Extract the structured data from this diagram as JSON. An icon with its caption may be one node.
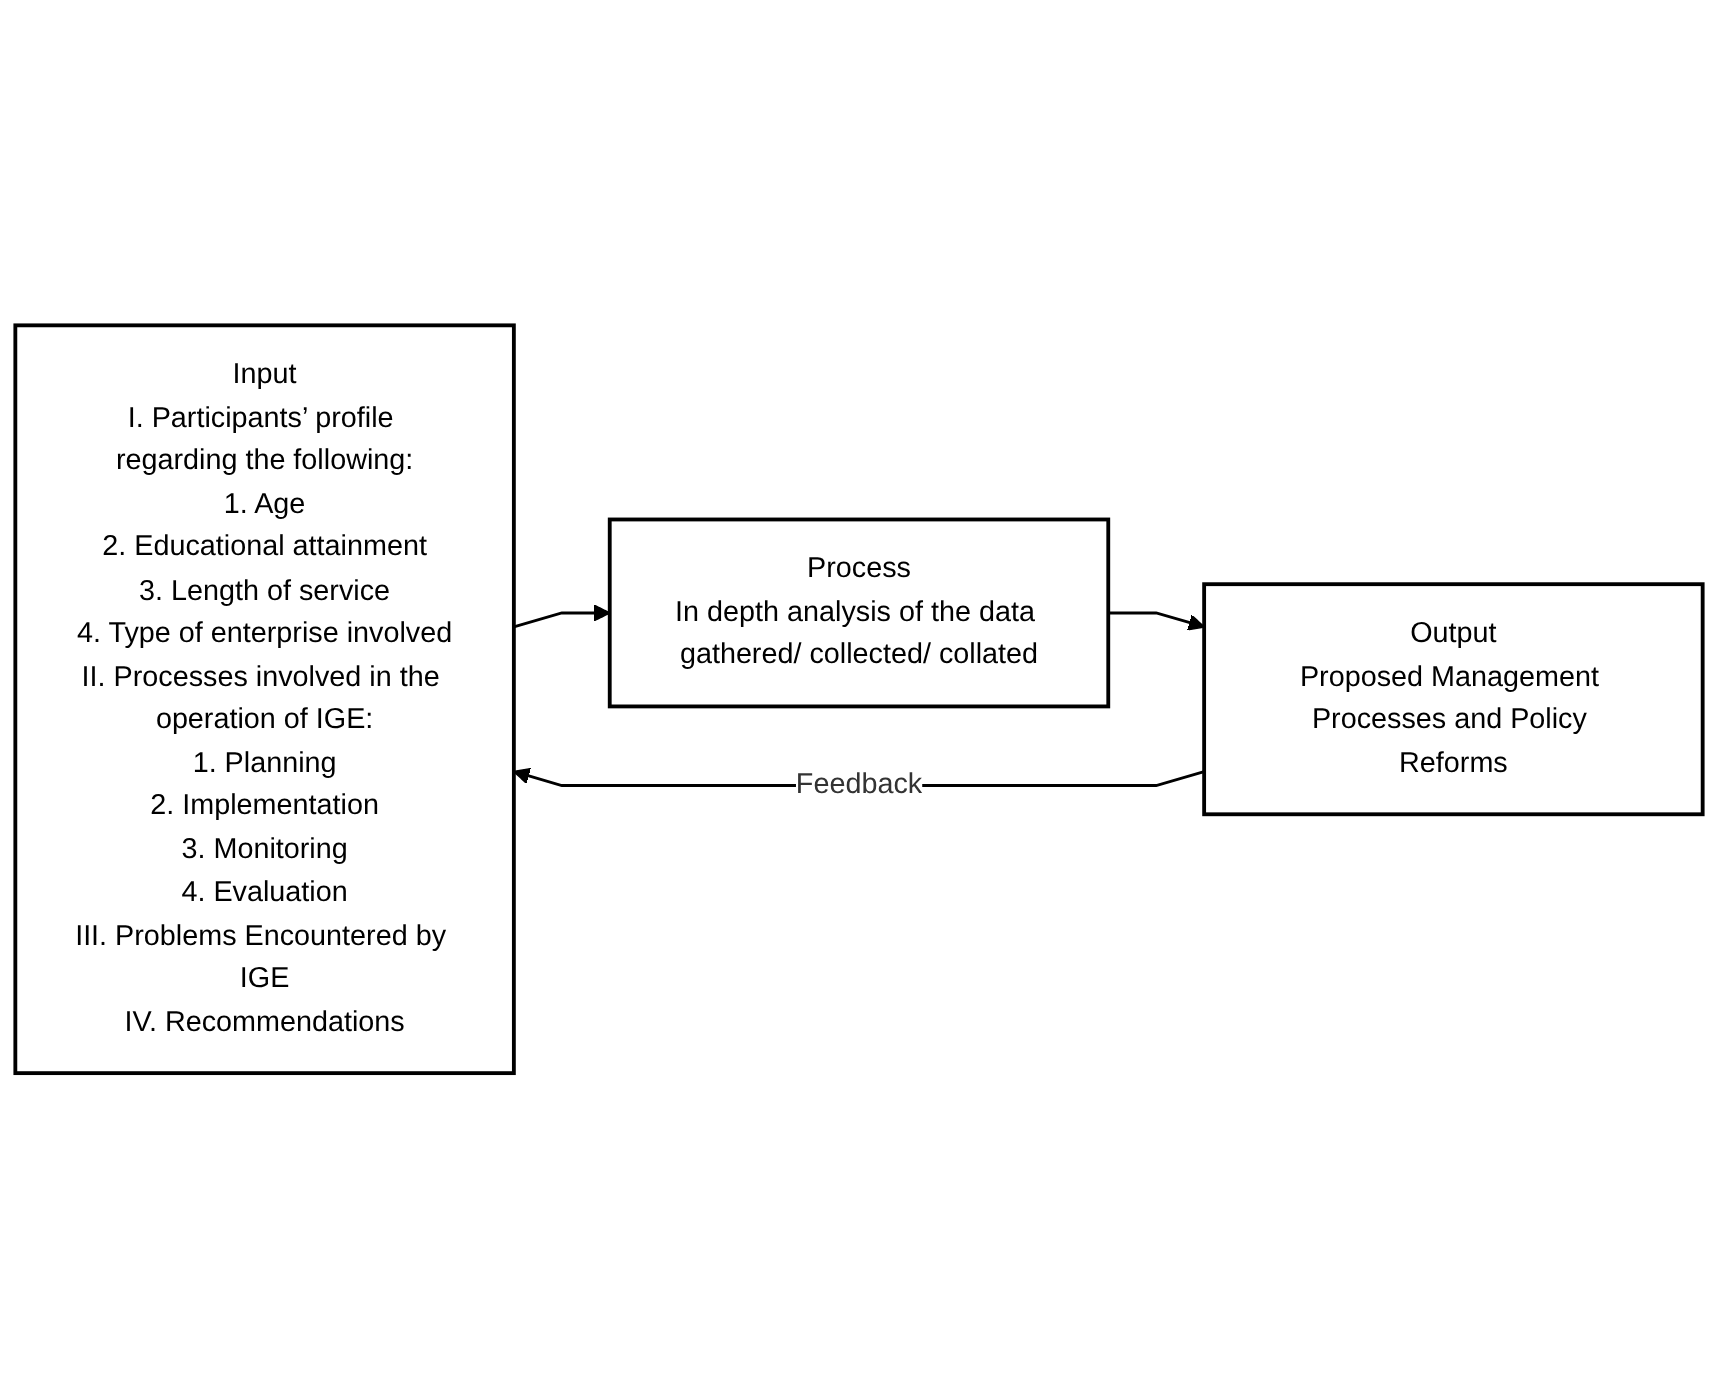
{
  "diagram": {
    "nodes": [
      {
        "text": [
          "Input",
          "I. Participants’ profile regarding the following:",
          "1. Age",
          "2. Educational attainment",
          "3. Length of service",
          "4. Type of enterprise involved",
          "II. Processes involved in the operation of IGE:",
          "1. Planning",
          "2. Implementation",
          "3. Monitoring",
          "4. Evaluation",
          "III. Problems Encountered by IGE",
          "IV. Recommendations"
        ]
      },
      {
        "text": [
          "Process",
          "In depth analysis of the data gathered/ collected/ collated"
        ]
      },
      {
        "text": [
          "Output",
          "Proposed Management Processes and Policy Reforms"
        ]
      }
    ],
    "edges": [
      {
        "from": 0,
        "to": 1,
        "arrow": "to"
      },
      {
        "from": 1,
        "to": 2,
        "arrow": "to"
      },
      {
        "from": 2,
        "to": 0,
        "arrow": "to",
        "label": "Feedback"
      }
    ]
  }
}
